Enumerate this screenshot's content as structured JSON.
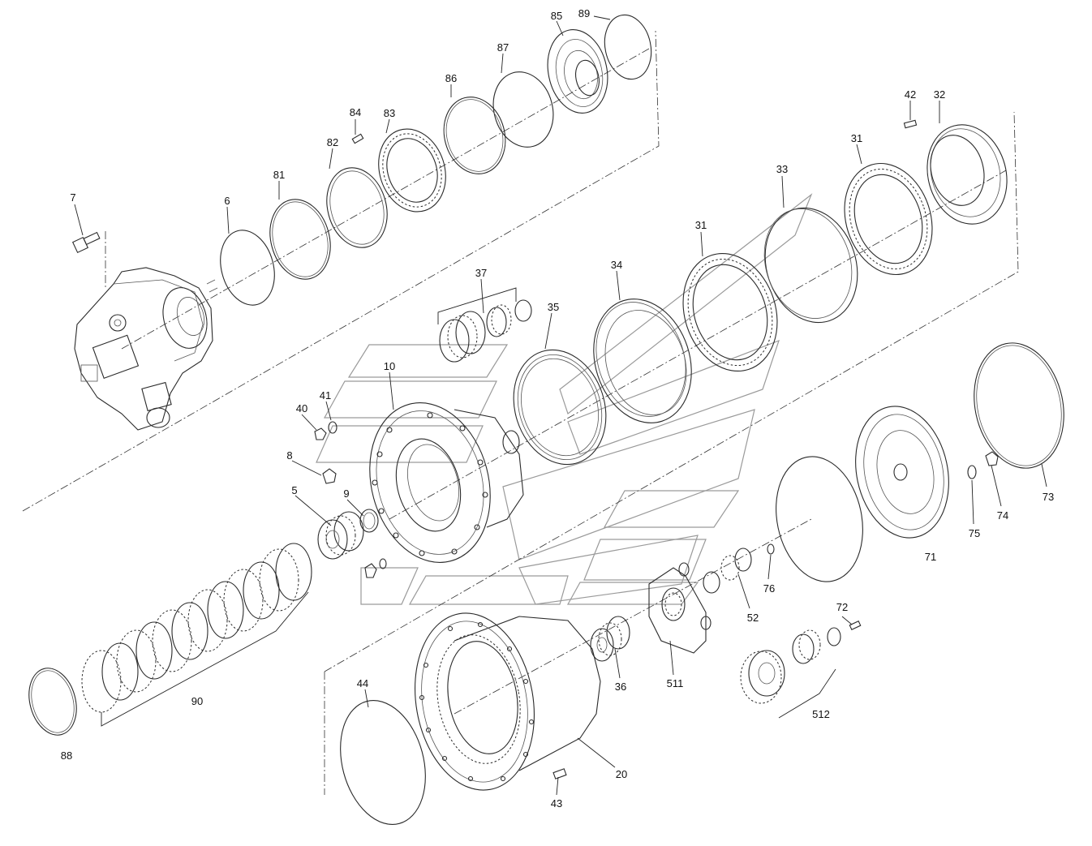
{
  "labels": [
    "85",
    "89",
    "87",
    "86",
    "84",
    "83",
    "82",
    "81",
    "6",
    "7",
    "42",
    "32",
    "31",
    "33",
    "31",
    "34",
    "37",
    "35",
    "10",
    "40",
    "41",
    "8",
    "5",
    "9",
    "90",
    "88",
    "44",
    "43",
    "20",
    "36",
    "511",
    "52",
    "76",
    "71",
    "75",
    "74",
    "73",
    "72",
    "512"
  ],
  "icons": [
    "ring-icon",
    "gear-icon",
    "bolt-icon",
    "bearing-icon",
    "housing-icon",
    "motor-icon"
  ]
}
